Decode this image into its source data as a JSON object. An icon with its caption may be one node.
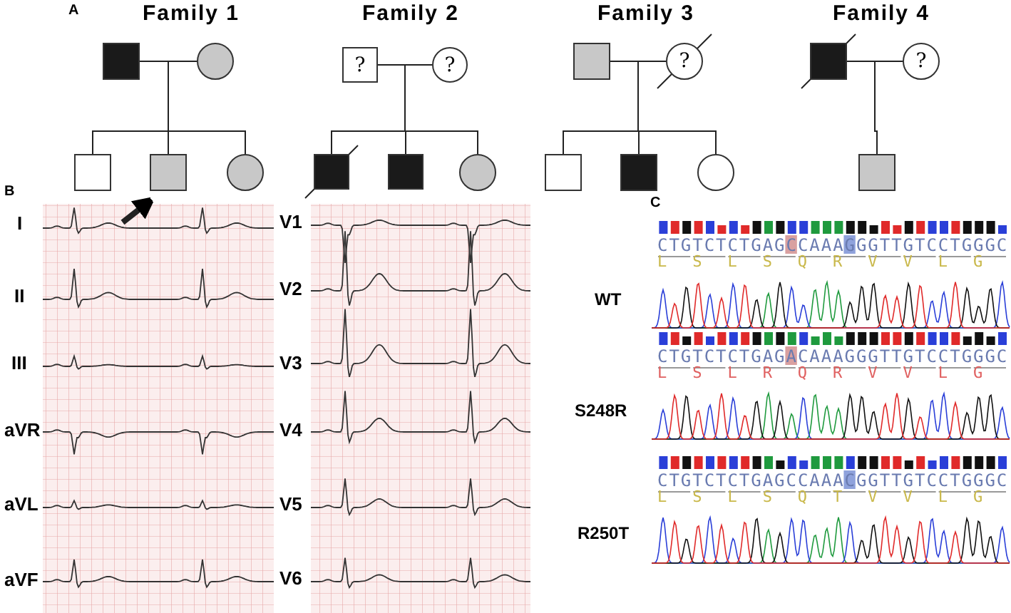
{
  "diagram": {
    "nodes": [
      {
        "text": [],
        "shape": "box"
      },
      {
        "text": [],
        "shape": "circle"
      },
      {
        "text": [],
        "shape": "box"
      },
      {
        "text": [],
        "shape": "box"
      },
      {
        "text": [],
        "shape": "circle"
      },
      {
        "text": [
          "?"
        ]
      },
      {
        "text": [
          "?"
        ]
      },
      {
        "text": [],
        "shape": "box"
      },
      {
        "text": [],
        "shape": "box"
      },
      {
        "text": [],
        "shape": "circle"
      },
      {
        "text": [],
        "shape": "box"
      },
      {
        "text": [
          "?"
        ]
      },
      {
        "text": [],
        "shape": "box"
      },
      {
        "text": [],
        "shape": "box"
      },
      {
        "text": [],
        "shape": "circle"
      },
      {
        "text": [],
        "shape": "box"
      },
      {
        "text": [
          "?"
        ]
      },
      {
        "text": [],
        "shape": "box"
      }
    ],
    "edges": [
      {
        "from": 0,
        "to": 1,
        "arrow": "none"
      },
      {
        "from": 0,
        "to": 2,
        "arrow": "none"
      },
      {
        "from": 0,
        "to": 3,
        "arrow": "none"
      },
      {
        "from": 0,
        "to": 4,
        "arrow": "none"
      },
      {
        "from": 5,
        "to": 6,
        "arrow": "none"
      },
      {
        "from": 5,
        "to": 7,
        "arrow": "none"
      },
      {
        "from": 5,
        "to": 8,
        "arrow": "none"
      },
      {
        "from": 5,
        "to": 9,
        "arrow": "none"
      },
      {
        "from": 10,
        "to": 11,
        "arrow": "none"
      },
      {
        "from": 10,
        "to": 12,
        "arrow": "none"
      },
      {
        "from": 10,
        "to": 13,
        "arrow": "none"
      },
      {
        "from": 10,
        "to": 14,
        "arrow": "none"
      },
      {
        "from": 15,
        "to": 16,
        "arrow": "none"
      },
      {
        "from": 15,
        "to": 17,
        "arrow": "none"
      },
      {
        "from": null,
        "to": 3,
        "arrow": "to",
        "style": "thick"
      }
    ],
    "labels": [
      "A",
      "Family 1",
      "Family 2",
      "Family 3",
      "Family 4",
      "B",
      "I",
      "II",
      "III",
      "aVR",
      "aVL",
      "aVF",
      "V1",
      "V2",
      "V3",
      "V4",
      "V5",
      "V6",
      "C",
      "CTGTCTCTGAGCCAAAGGGTTGTCCTGGGC",
      "L S L S Q R V V L G",
      "WT",
      "CTGTCTCTGAGACAAAGGGTTGTCCTGGGC",
      "L S L R Q R V V L G",
      "S248R",
      "CTGTCTCTGAGCCAAACGGTTGTCCTGGGC",
      "L S L S Q T V V L G",
      "R250T"
    ]
  }
}
